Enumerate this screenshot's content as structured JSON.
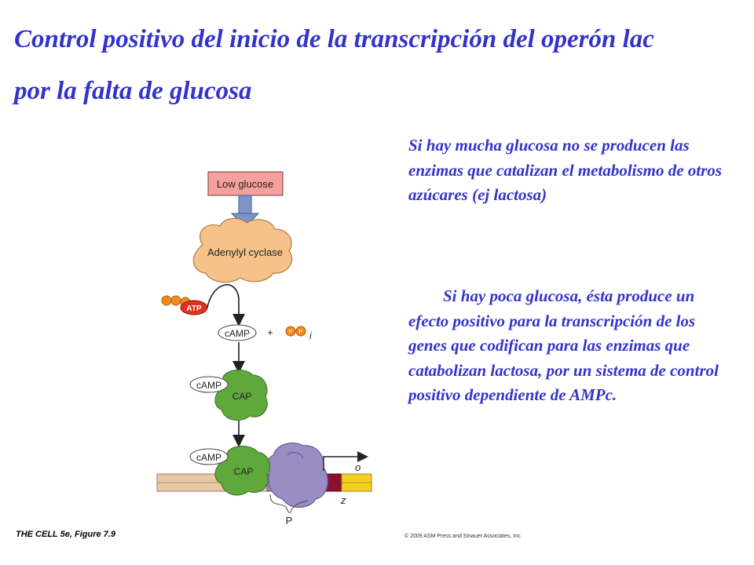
{
  "title": {
    "line1": "Control positivo del inicio de la transcripción del operón lac",
    "line2": "por la falta de glucosa"
  },
  "paragraphs": [
    "Si hay mucha glucosa no se producen las enzimas que catalizan el metabolismo de otros azúcares (ej lactosa)",
    "Si hay poca glucosa, ésta produce un efecto positivo para la transcripción de los genes que codifican para las enzimas que catabolizan lactosa, por un sistema de control positivo dependiente de AMPc."
  ],
  "figure": {
    "low_glucose": "Low glucose",
    "adenylyl_cyclase": "Adenylyl cyclase",
    "atp": "ATP",
    "camp": "cAMP",
    "plus": "+",
    "pp1": "P",
    "pp2": "P",
    "i": "i",
    "cap": "CAP",
    "o": "o",
    "z": "z",
    "p": "P",
    "colors": {
      "low_glucose_box": "#f4a09c",
      "arrow_blue": "#7a95c8",
      "enzyme": "#f6c28a",
      "atp_red": "#e0301e",
      "phosphate_orange": "#f08a1e",
      "cap_green": "#5fa83c",
      "polymerase": "#9c8cc4",
      "dna_tan": "#e6c7a6",
      "operator_maroon": "#8a1030",
      "gene_yellow": "#f4d020"
    }
  },
  "credits": {
    "left": "THE CELL 5e, Figure 7.9",
    "right": "© 2009 ASM Press and Sinauer Associates, Inc."
  }
}
